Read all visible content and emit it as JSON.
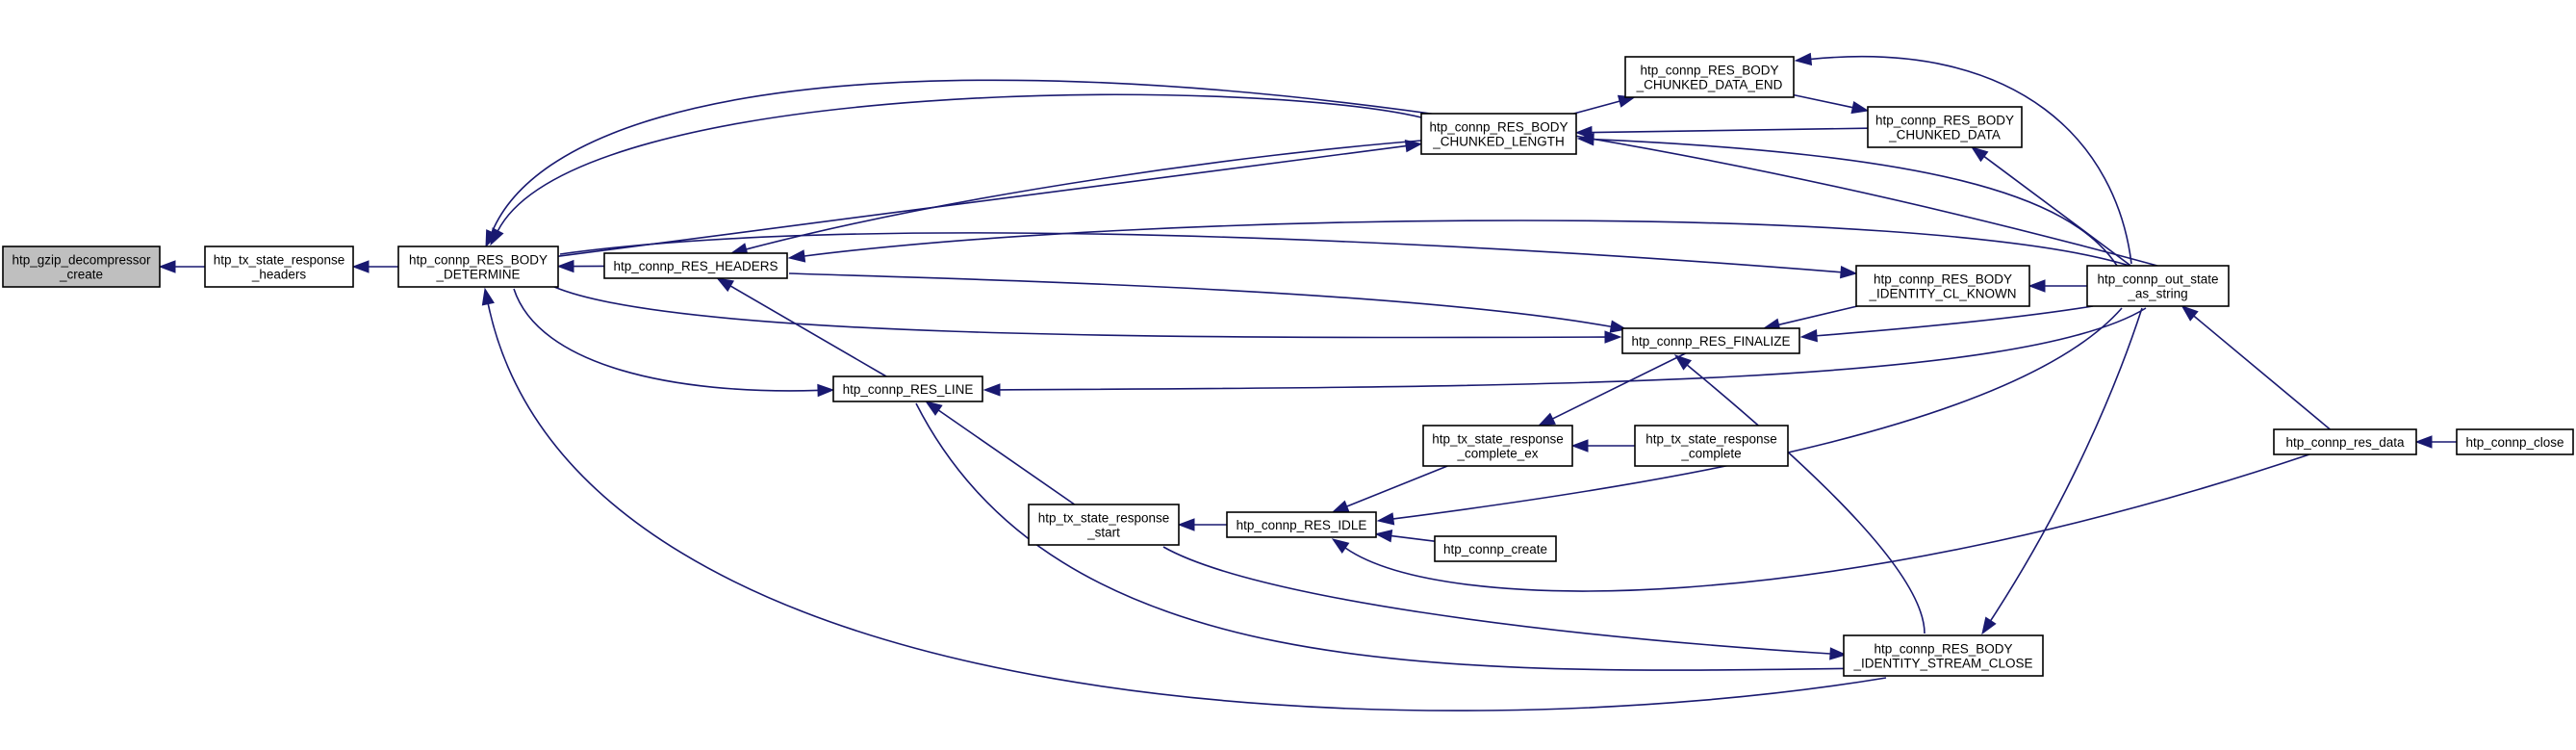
{
  "graph": {
    "nodes": [
      {
        "id": "n_gzip",
        "lines": [
          "htp_gzip_decompressor",
          "_create"
        ],
        "root": true
      },
      {
        "id": "n_txresph",
        "lines": [
          "htp_tx_state_response",
          "_headers"
        ]
      },
      {
        "id": "n_determine",
        "lines": [
          "htp_connp_RES_BODY",
          "_DETERMINE"
        ]
      },
      {
        "id": "n_headers",
        "lines": [
          "htp_connp_RES_HEADERS"
        ]
      },
      {
        "id": "n_line",
        "lines": [
          "htp_connp_RES_LINE"
        ]
      },
      {
        "id": "n_chunklen",
        "lines": [
          "htp_connp_RES_BODY",
          "_CHUNKED_LENGTH"
        ]
      },
      {
        "id": "n_chunkend",
        "lines": [
          "htp_connp_RES_BODY",
          "_CHUNKED_DATA_END"
        ]
      },
      {
        "id": "n_chunkdata",
        "lines": [
          "htp_connp_RES_BODY",
          "_CHUNKED_DATA"
        ]
      },
      {
        "id": "n_clknown",
        "lines": [
          "htp_connp_RES_BODY",
          "_IDENTITY_CL_KNOWN"
        ]
      },
      {
        "id": "n_finalize",
        "lines": [
          "htp_connp_RES_FINALIZE"
        ]
      },
      {
        "id": "n_complete_ex",
        "lines": [
          "htp_tx_state_response",
          "_complete_ex"
        ]
      },
      {
        "id": "n_complete",
        "lines": [
          "htp_tx_state_response",
          "_complete"
        ]
      },
      {
        "id": "n_idle",
        "lines": [
          "htp_connp_RES_IDLE"
        ]
      },
      {
        "id": "n_start",
        "lines": [
          "htp_tx_state_response",
          "_start"
        ]
      },
      {
        "id": "n_create",
        "lines": [
          "htp_connp_create"
        ]
      },
      {
        "id": "n_streamclose",
        "lines": [
          "htp_connp_RES_BODY",
          "_IDENTITY_STREAM_CLOSE"
        ]
      },
      {
        "id": "n_outstate",
        "lines": [
          "htp_connp_out_state",
          "_as_string"
        ]
      },
      {
        "id": "n_resdata",
        "lines": [
          "htp_connp_res_data"
        ]
      },
      {
        "id": "n_close",
        "lines": [
          "htp_connp_close"
        ]
      }
    ],
    "edges": [
      {
        "from": "n_txresph",
        "to": "n_gzip"
      },
      {
        "from": "n_determine",
        "to": "n_txresph"
      },
      {
        "from": "n_headers",
        "to": "n_determine"
      },
      {
        "from": "n_chunklen",
        "to": "n_determine"
      },
      {
        "from": "n_outstate",
        "to": "n_determine"
      },
      {
        "from": "n_streamclose",
        "to": "n_determine"
      },
      {
        "from": "n_chunklen",
        "to": "n_headers"
      },
      {
        "from": "n_line",
        "to": "n_headers"
      },
      {
        "from": "n_outstate",
        "to": "n_headers"
      },
      {
        "from": "n_determine",
        "to": "n_line"
      },
      {
        "from": "n_outstate",
        "to": "n_line"
      },
      {
        "from": "n_determine",
        "to": "n_chunklen"
      },
      {
        "from": "n_chunkdata",
        "to": "n_chunklen"
      },
      {
        "from": "n_outstate",
        "to": "n_chunklen"
      },
      {
        "from": "n_chunklen",
        "to": "n_chunkend"
      },
      {
        "from": "n_outstate",
        "to": "n_chunkend"
      },
      {
        "from": "n_chunkend",
        "to": "n_chunkdata"
      },
      {
        "from": "n_outstate",
        "to": "n_chunkdata"
      },
      {
        "from": "n_determine",
        "to": "n_clknown"
      },
      {
        "from": "n_outstate",
        "to": "n_clknown"
      },
      {
        "from": "n_determine",
        "to": "n_finalize"
      },
      {
        "from": "n_headers",
        "to": "n_finalize"
      },
      {
        "from": "n_clknown",
        "to": "n_finalize"
      },
      {
        "from": "n_outstate",
        "to": "n_finalize"
      },
      {
        "from": "n_streamclose",
        "to": "n_finalize"
      },
      {
        "from": "n_finalize",
        "to": "n_complete_ex"
      },
      {
        "from": "n_complete",
        "to": "n_complete_ex"
      },
      {
        "from": "n_complete_ex",
        "to": "n_idle"
      },
      {
        "from": "n_create",
        "to": "n_idle"
      },
      {
        "from": "n_outstate",
        "to": "n_idle"
      },
      {
        "from": "n_resdata",
        "to": "n_idle"
      },
      {
        "from": "n_idle",
        "to": "n_start"
      },
      {
        "from": "n_start",
        "to": "n_line"
      },
      {
        "from": "n_start",
        "to": "n_streamclose"
      },
      {
        "from": "n_line",
        "to": "n_streamclose"
      },
      {
        "from": "n_outstate",
        "to": "n_streamclose"
      },
      {
        "from": "n_resdata",
        "to": "n_outstate"
      },
      {
        "from": "n_close",
        "to": "n_resdata"
      }
    ]
  },
  "colors": {
    "edge": "#191970",
    "node_fill": "#ffffff",
    "root_fill": "#bfbfbf",
    "node_border": "#000000"
  }
}
